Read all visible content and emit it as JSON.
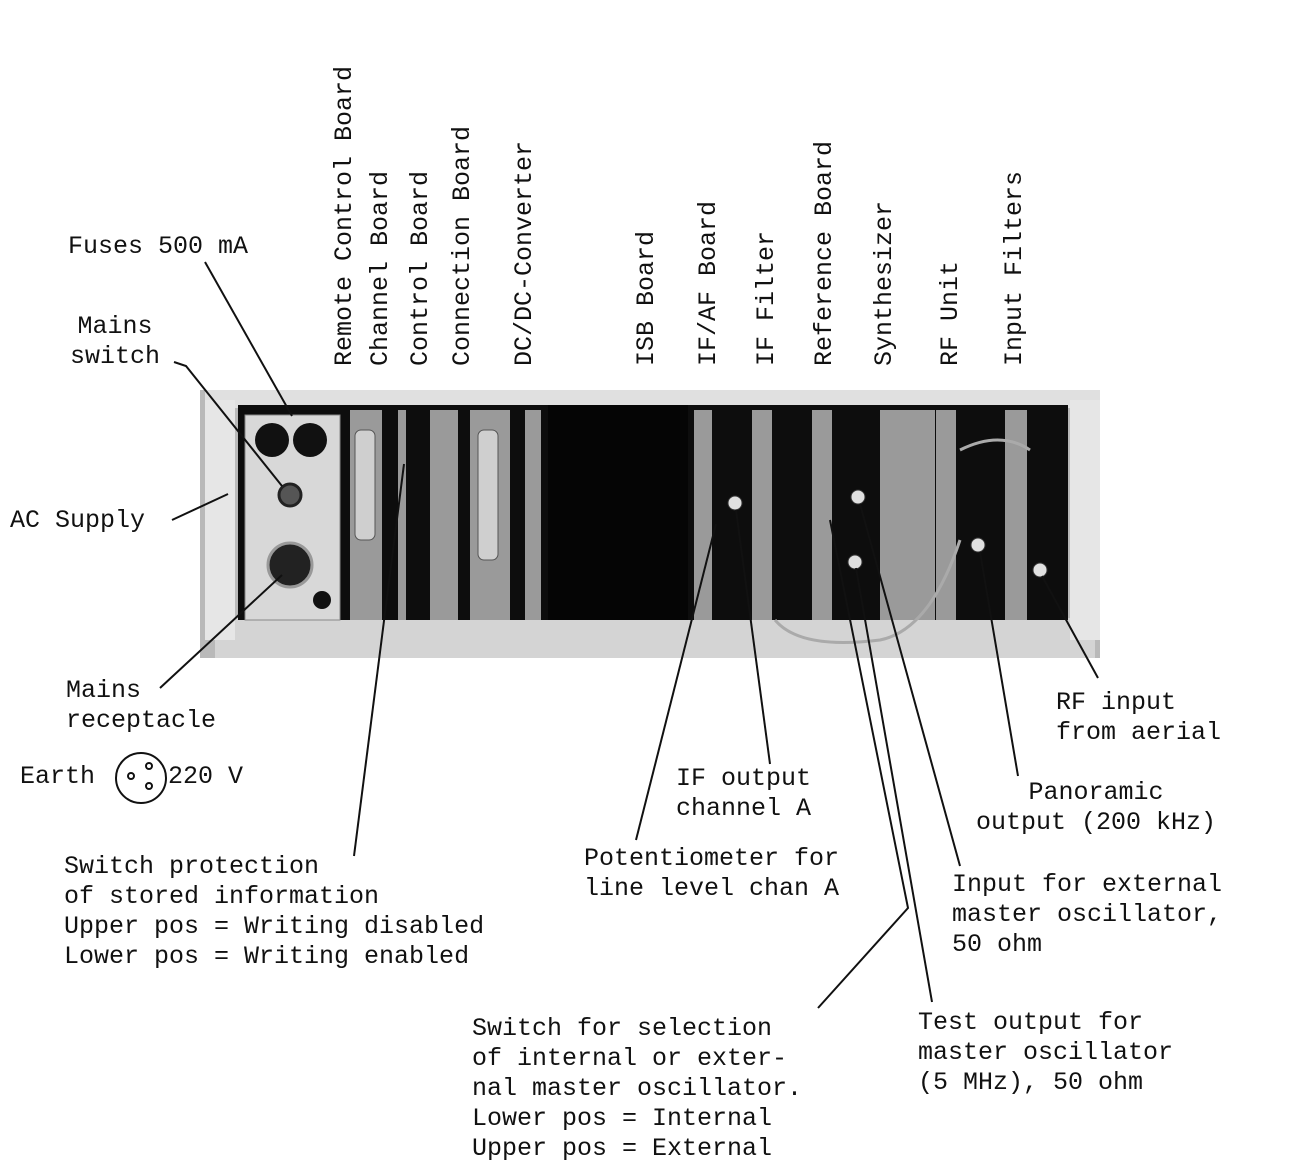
{
  "boards": [
    "Remote Control Board",
    "Channel Board",
    "Control Board",
    "Connection Board",
    "DC/DC-Converter",
    "ISB Board",
    "IF/AF Board",
    "IF Filter",
    "Reference Board",
    "Synthesizer",
    "RF Unit",
    "Input Filters"
  ],
  "labels": {
    "fuses": "Fuses 500 mA",
    "mains_switch": "Mains\nswitch",
    "ac_supply": "AC Supply",
    "mains_receptacle": "Mains\nreceptacle",
    "earth": "Earth",
    "voltage": "220 V",
    "switch_protection": "Switch protection\nof stored information\nUpper pos = Writing disabled\nLower pos = Writing enabled",
    "potentiometer": "Potentiometer for\nline level chan A",
    "if_output": "IF output\nchannel A",
    "switch_selection": "Switch for selection\nof internal or exter-\nnal master oscillator.\nLower pos = Internal\nUpper pos = External",
    "test_output": "Test output for\nmaster oscillator\n(5 MHz), 50 ohm",
    "input_ext": "Input for external\nmaster oscillator,\n50 ohm",
    "panoramic": "Panoramic\noutput (200 kHz)",
    "rf_input": "RF input\nfrom aerial"
  }
}
